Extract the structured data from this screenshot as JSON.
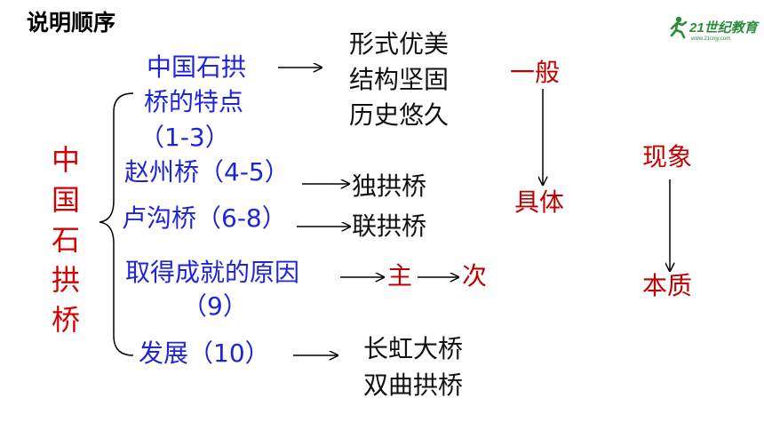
{
  "slide_title": "说明顺序",
  "brand": {
    "logo_text": "21世纪教育",
    "logo_sub": "www.21cnjy.com",
    "color": "#2e8b3a"
  },
  "vertical_title": "中国石拱桥",
  "sections": [
    {
      "lines": [
        "中国石拱",
        "桥的特点",
        "（1-3）"
      ],
      "results": [
        "形式优美",
        "结构坚固",
        "历史悠久"
      ]
    },
    {
      "lines": [
        "赵州桥（4-5）"
      ],
      "results": [
        "独拱桥"
      ]
    },
    {
      "lines": [
        "卢沟桥（6-8）"
      ],
      "results": [
        "联拱桥"
      ]
    },
    {
      "lines": [
        "取得成就的原因",
        "（9）"
      ],
      "results": [
        "主",
        "次"
      ]
    },
    {
      "lines": [
        "发展（10）"
      ],
      "results": [
        "长虹大桥",
        "双曲拱桥"
      ]
    }
  ],
  "order_general_specific": {
    "top": "一般",
    "bottom": "具体"
  },
  "order_phenomenon_essence": {
    "top": "现象",
    "bottom": "本质"
  },
  "colors": {
    "blue_text": "#1e25d8",
    "red_text": "#c00000",
    "black_text": "#111111"
  }
}
